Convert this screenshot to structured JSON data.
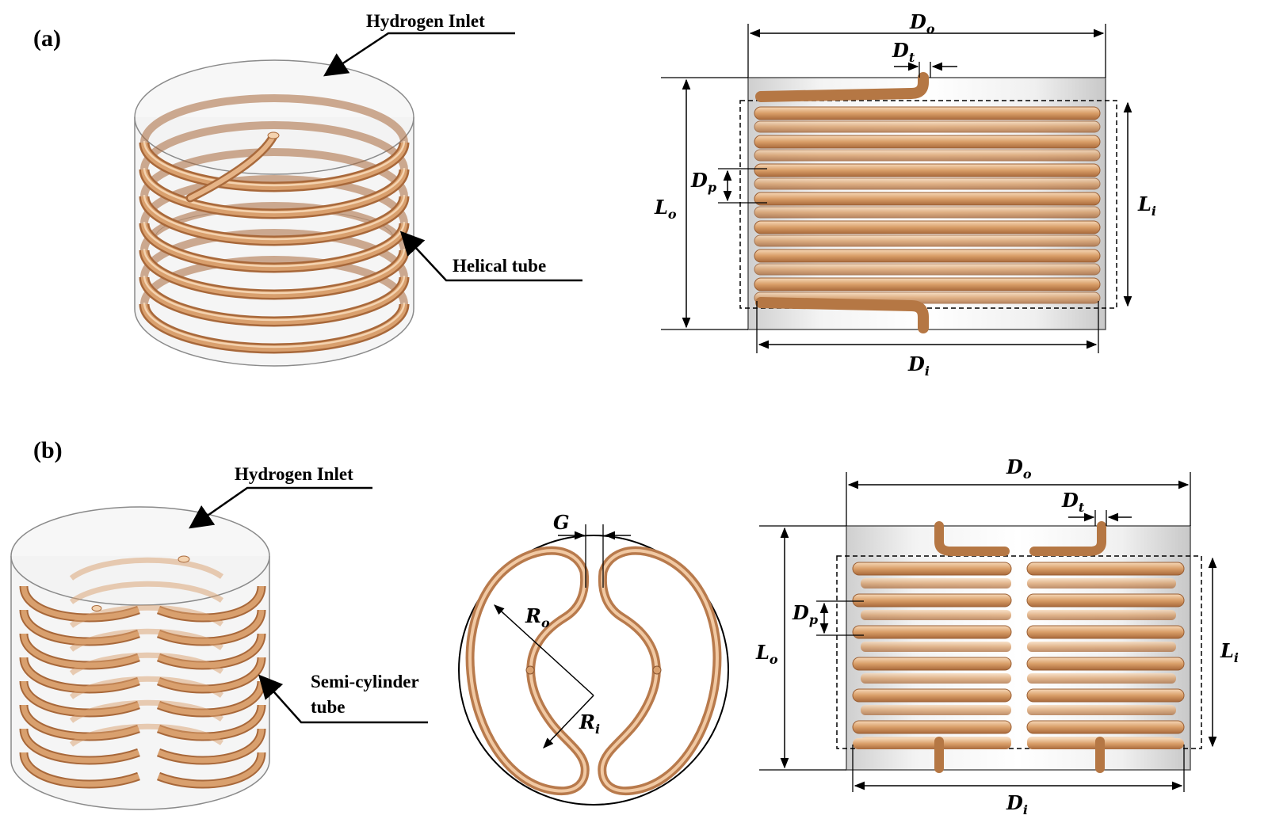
{
  "panel_a": {
    "tag": "(a)",
    "inlet_label": "Hydrogen Inlet",
    "tube_label": "Helical tube",
    "dims": {
      "Do": {
        "main": "D",
        "sub": "o"
      },
      "Dt": {
        "main": "D",
        "sub": "t"
      },
      "Dp": {
        "main": "D",
        "sub": "p"
      },
      "Lo": {
        "main": "L",
        "sub": "o"
      },
      "Li": {
        "main": "L",
        "sub": "i"
      },
      "Di": {
        "main": "D",
        "sub": "i"
      }
    }
  },
  "panel_b": {
    "tag": "(b)",
    "inlet_label": "Hydrogen Inlet",
    "tube_label_line1": "Semi-cylinder",
    "tube_label_line2": "tube",
    "dims": {
      "G": {
        "main": "G",
        "sub": ""
      },
      "Ro": {
        "main": "R",
        "sub": "o"
      },
      "Ri": {
        "main": "R",
        "sub": "i"
      },
      "Do": {
        "main": "D",
        "sub": "o"
      },
      "Dt": {
        "main": "D",
        "sub": "t"
      },
      "Dp": {
        "main": "D",
        "sub": "p"
      },
      "Lo": {
        "main": "L",
        "sub": "o"
      },
      "Li": {
        "main": "L",
        "sub": "i"
      },
      "Di": {
        "main": "D",
        "sub": "i"
      }
    }
  },
  "colors": {
    "tube": "#d9a06e",
    "tube_dark": "#a8683a",
    "tube_light": "#f4d3b0",
    "vessel": "#e6e6e6",
    "vessel_edge": "#8a8a8a"
  }
}
